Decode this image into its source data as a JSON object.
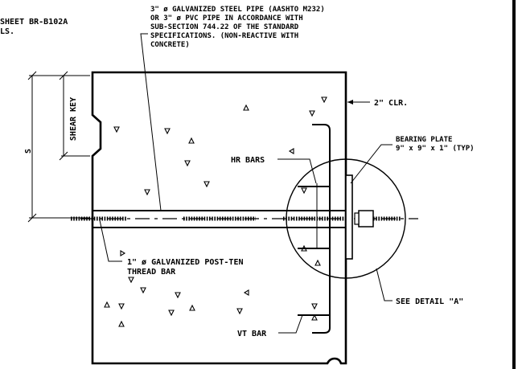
{
  "notes": {
    "sheet_ref": [
      "SHEET BR-B102A",
      "LS."
    ],
    "pipe_note": [
      "3\" ø GALVANIZED STEEL PIPE (AASHTO M232)",
      "OR 3\" ø PVC PIPE IN ACCORDANCE WITH",
      "SUB-SECTION 744.22 OF THE STANDARD",
      "SPECIFICATIONS. (NON-REACTIVE WITH",
      "CONCRETE)"
    ],
    "clearance": "2\" CLR.",
    "bearing_plate": [
      "BEARING PLATE",
      "9\" x 9\" x 1\" (TYP)"
    ],
    "hr_bars": "HR BARS",
    "shear_key": "SHEAR KEY",
    "dim_s": "S",
    "thread_bar": [
      "1\" ø GALVANIZED POST-TEN",
      "THREAD BAR"
    ],
    "see_detail": "SEE DETAIL \"A\"",
    "vt_bar": "VT BAR"
  }
}
